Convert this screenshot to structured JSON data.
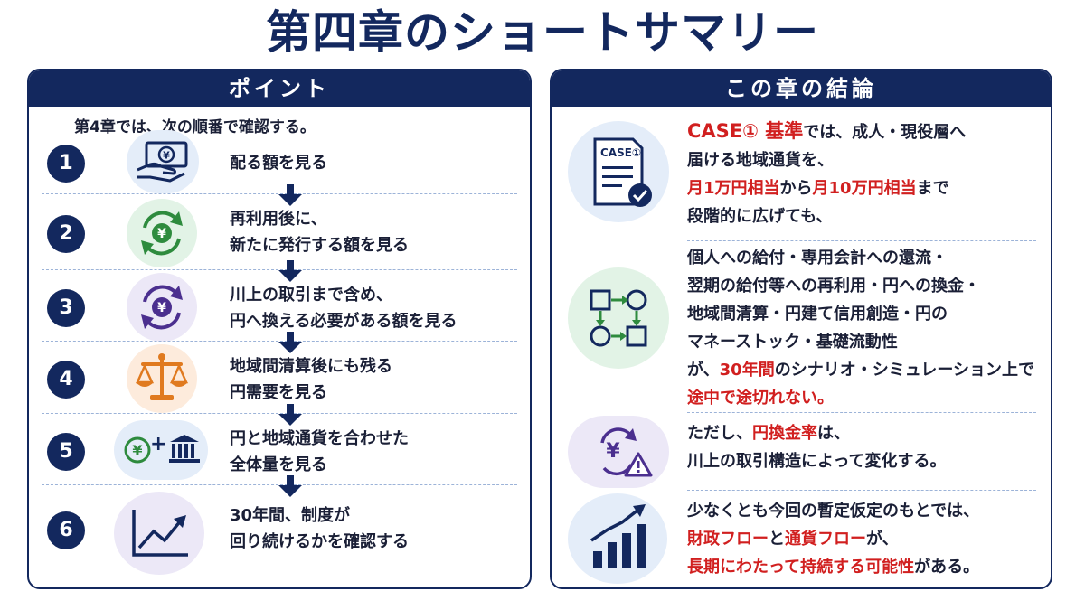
{
  "page": {
    "title": "第四章のショートサマリー"
  },
  "left_panel": {
    "header": "ポイント",
    "intro": "第4章では、次の順番で確認する。",
    "steps": [
      {
        "number": "1",
        "icon": "money-hand-icon",
        "lines": [
          "配る額を見る"
        ]
      },
      {
        "number": "2",
        "icon": "yen-cycle-icon",
        "lines": [
          "再利用後に、",
          "新たに発行する額を見る"
        ]
      },
      {
        "number": "3",
        "icon": "yen-cycle-icon",
        "lines": [
          "川上の取引まで含め、",
          "円へ換える必要がある額を見る"
        ]
      },
      {
        "number": "4",
        "icon": "scale-icon",
        "lines": [
          "地域間清算後にも残る",
          "円需要を見る"
        ]
      },
      {
        "number": "5",
        "icon": "yen-plus-bank-icon",
        "lines": [
          "円と地域通貨を合わせた",
          "全体量を見る"
        ]
      },
      {
        "number": "6",
        "icon": "trend-chart-icon",
        "lines": [
          "30年間、制度が",
          "回り続けるかを確認する"
        ]
      }
    ],
    "plus_sign": "+"
  },
  "right_panel": {
    "header": "この章の結論",
    "doc_icon_label": "CASE①",
    "block1": {
      "l1a": "CASE① 基準",
      "l1b": "では、成人・現役層へ",
      "l2": "届ける地域通貨を、",
      "l3a": "月1万円相当",
      "l3b": "から",
      "l3c": "月10万円相当",
      "l3d": "まで",
      "l4": "段階的に広げても、"
    },
    "block2": {
      "l1": "個人への給付・専用会計への還流・",
      "l2": "翌期の給付等への再利用・円への換金・",
      "l3": "地域間清算・円建て信用創造・円の",
      "l4": "マネーストック・基礎流動性",
      "l5a": "が、",
      "l5b": "30年間",
      "l5c": "のシナリオ・シミュレーション上で",
      "l6": "途中で途切れない。"
    },
    "block3": {
      "l1a": "ただし、",
      "l1b": "円換金率",
      "l1c": "は、",
      "l2": "川上の取引構造によって変化する。"
    },
    "block4": {
      "l1": "少なくとも今回の暫定仮定のもとでは、",
      "l2a": "財政フロー",
      "l2b": "と",
      "l2c": "通貨フロー",
      "l2d": "が、",
      "l3a": "長期にわたって持続する可能性",
      "l3b": "がある。"
    }
  },
  "colors": {
    "navy": "#13285e",
    "red": "#d11f1f",
    "blue_bg": "#e4edf9",
    "green_bg": "#e2f3e6",
    "purple_bg": "#ece8f7",
    "orange_bg": "#fdebdc"
  }
}
